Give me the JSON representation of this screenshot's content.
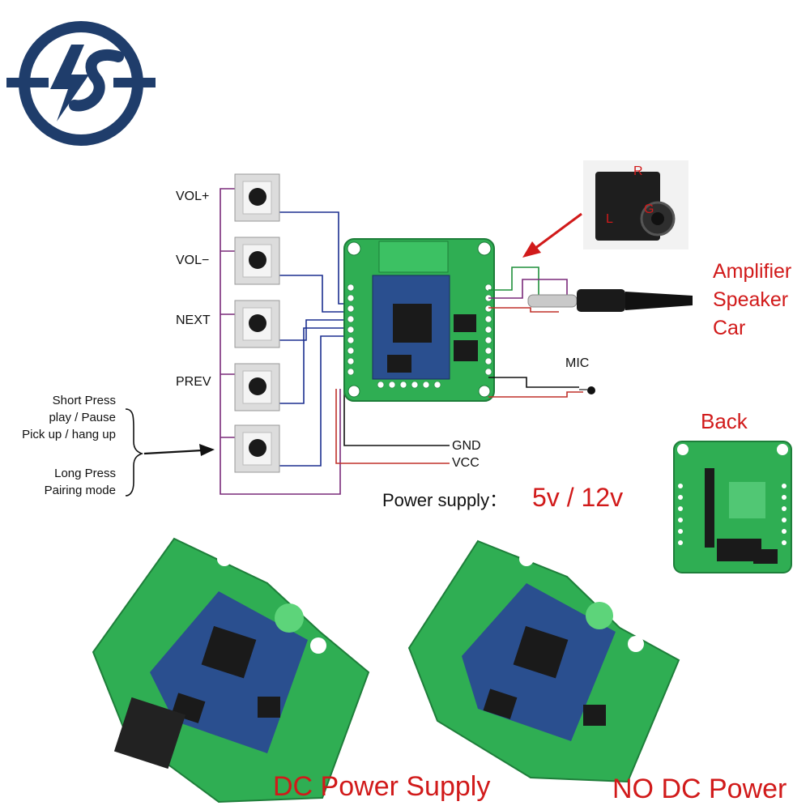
{
  "logo": {
    "text": "IS",
    "color": "#1f3d6b"
  },
  "buttons": [
    {
      "label": "VOL+"
    },
    {
      "label": "VOL−"
    },
    {
      "label": "NEXT"
    },
    {
      "label": "PREV"
    }
  ],
  "multifunction_note": {
    "short_press": "Short Press",
    "play_pause": "play / Pause",
    "pickup": "Pick up / hang up",
    "long_press": "Long Press",
    "pairing": "Pairing mode"
  },
  "jack_pins": {
    "r": "R",
    "g": "G",
    "l": "L"
  },
  "output_label": {
    "line1": "Amplifier",
    "line2": "Speaker",
    "line3": "Car"
  },
  "mic_label": "MIC",
  "gnd_label": "GND",
  "vcc_label": "VCC",
  "power_supply": {
    "label": "Power supply：",
    "value": "5v / 12v"
  },
  "back_label": "Back",
  "bottom_left_caption": "DC Power Supply",
  "bottom_right_caption": "NO DC Power",
  "colors": {
    "accent_red": "#d11a1a",
    "wire_blue": "#1b2f8f",
    "wire_purple": "#7a2a7a",
    "wire_red": "#c0302a",
    "wire_green": "#1f8f3a",
    "pcb_green": "#2fae53",
    "module_blue": "#2a4f8f"
  }
}
